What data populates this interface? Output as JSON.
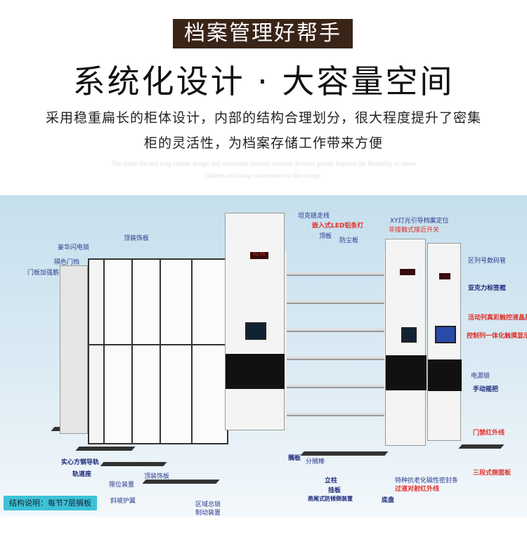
{
  "banner": "档案管理好帮手",
  "title": "系统化设计 · 大容量空间",
  "subtitle": [
    "采用稳重扁长的柜体设计，内部的结构合理划分，很大程度提升了密集",
    "柜的灵活性，为档案存储工作带来方便"
  ],
  "english": [
    "The stable flat and long cabinet design and reasonable internal structure division greatly improve the flexibility of dense",
    "cabinets and bring convenience to file storage."
  ],
  "labels": {
    "tank_chain": "坦克链走线",
    "led_strip": "嵌入式LED铝条灯",
    "top_plate": "顶板",
    "dust_plate": "防尘板",
    "xy_light": "XY灯光引导档案定位",
    "proximity": "非接触式接近开关",
    "digital_tube": "区列号数码管",
    "acrylic": "亚克力标签框",
    "touch_lcd": "活动列真彩触控液晶屏",
    "control_screen": "控制列一体化触摸显示屏",
    "power_lock": "电源锁",
    "hand_crank": "手动摇把",
    "door_ir": "门禁红外线",
    "side_panel": "三段式侧面板",
    "seal": "特种抗老化磁性密封条",
    "aisle_ir": "过道对射红外线",
    "chassis": "底盘",
    "anti_tip": "燕尾式防倾倒装置",
    "hanging": "挂板",
    "column": "立柱",
    "shelf": "搁板",
    "divider": "分搁棒",
    "top_deco": "顶装饰板",
    "lock": "豪华闪电锁",
    "door_stop": "隔色门档",
    "door_rib": "门板加强筋",
    "rail": "实心方钢导轨",
    "rail_seat": "轨道座",
    "top_deco2": "顶装饰板",
    "limit": "限位装置",
    "ramp": "斜坡护翼",
    "area_lock": "区域总锁",
    "brake": "制动装置"
  },
  "badge": "结构说明：每节7层搁板",
  "led_text": "01-01"
}
